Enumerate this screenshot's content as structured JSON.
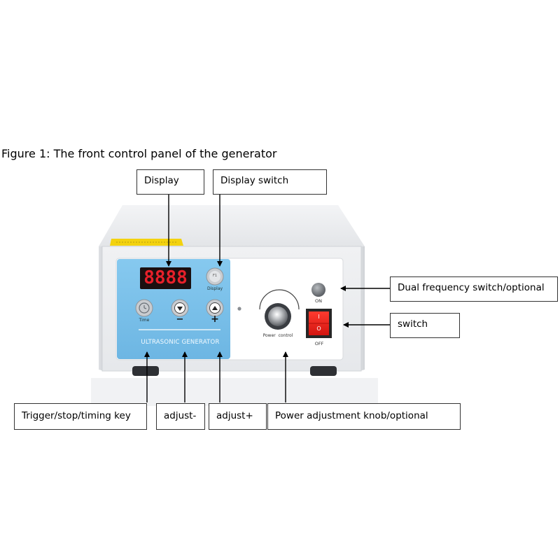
{
  "figure": {
    "caption": "Figure 1: The front control panel of the generator"
  },
  "device": {
    "display_digits": "8888",
    "brand_text": "ULTRASONIC GENERATOR",
    "keys": {
      "f1_label": "F1",
      "display_label": "Display",
      "time_label": "Time",
      "minus_label": "−",
      "plus_label": "+"
    },
    "knob_label": "Power  control",
    "on_label": "ON",
    "off_label": "OFF",
    "rocker_on_mark": "I",
    "rocker_off_mark": "O"
  },
  "callouts": {
    "display": "Display",
    "display_switch": "Display switch",
    "dual_frequency": "Dual frequency switch/optional",
    "switch": "switch",
    "trigger": "Trigger/stop/timing key",
    "adjust_minus": "adjust-",
    "adjust_plus": "adjust+",
    "power_knob": "Power adjustment knob/optional"
  },
  "colors": {
    "panel_blue": "#7cc2ea",
    "display_red": "#e8202a",
    "rocker_red": "#e8231d"
  }
}
